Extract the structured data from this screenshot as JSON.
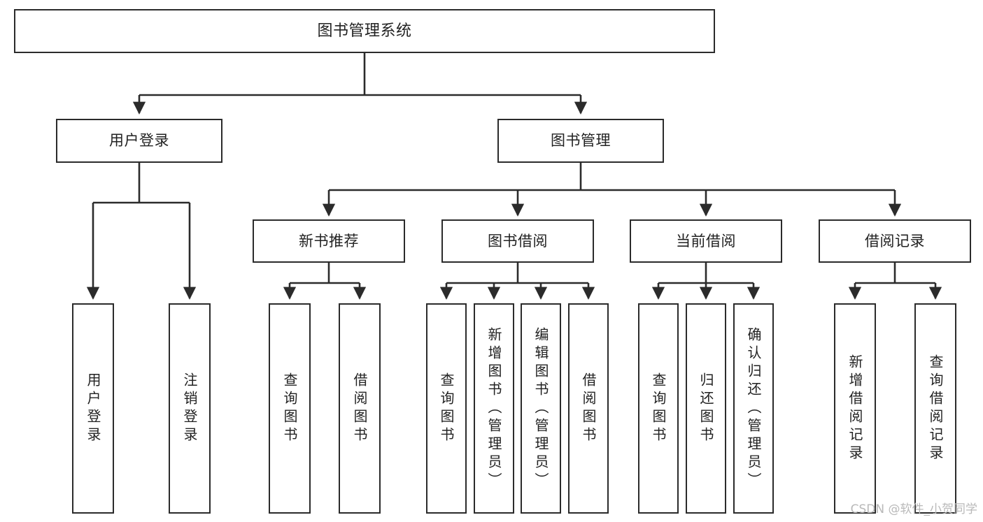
{
  "diagram": {
    "title": "图书管理系统",
    "watermark": "CSDN @软件_小贺同学",
    "colors": {
      "border": "#2b2b2b",
      "background": "#ffffff",
      "text": "#222222",
      "watermark": "#b9b9b9"
    },
    "nodes": {
      "root": {
        "label": "图书管理系统"
      },
      "level2": [
        {
          "id": "user-login",
          "label": "用户登录"
        },
        {
          "id": "book-management",
          "label": "图书管理"
        }
      ],
      "level3": [
        {
          "id": "new-book-recommend",
          "label": "新书推荐"
        },
        {
          "id": "book-borrow",
          "label": "图书借阅"
        },
        {
          "id": "current-borrow",
          "label": "当前借阅"
        },
        {
          "id": "borrow-record",
          "label": "借阅记录"
        }
      ],
      "leaves": {
        "user_login": [
          {
            "id": "leaf-user-login",
            "label": "用户登录"
          },
          {
            "id": "leaf-logout-login",
            "label": "注销登录"
          }
        ],
        "new_book_recommend": [
          {
            "id": "leaf-query-book-1",
            "label": "查询图书"
          },
          {
            "id": "leaf-borrow-book-1",
            "label": "借阅图书"
          }
        ],
        "book_borrow": [
          {
            "id": "leaf-query-book-2",
            "label": "查询图书"
          },
          {
            "id": "leaf-add-book",
            "label": "新增图书（管理员）"
          },
          {
            "id": "leaf-edit-book",
            "label": "编辑图书（管理员）"
          },
          {
            "id": "leaf-borrow-book-2",
            "label": "借阅图书"
          }
        ],
        "current_borrow": [
          {
            "id": "leaf-query-book-3",
            "label": "查询图书"
          },
          {
            "id": "leaf-return-book",
            "label": "归还图书"
          },
          {
            "id": "leaf-confirm-return",
            "label": "确认归还（管理员）"
          }
        ],
        "borrow_record": [
          {
            "id": "leaf-add-record",
            "label": "新增借阅记录"
          },
          {
            "id": "leaf-query-record",
            "label": "查询借阅记录"
          }
        ]
      }
    }
  }
}
